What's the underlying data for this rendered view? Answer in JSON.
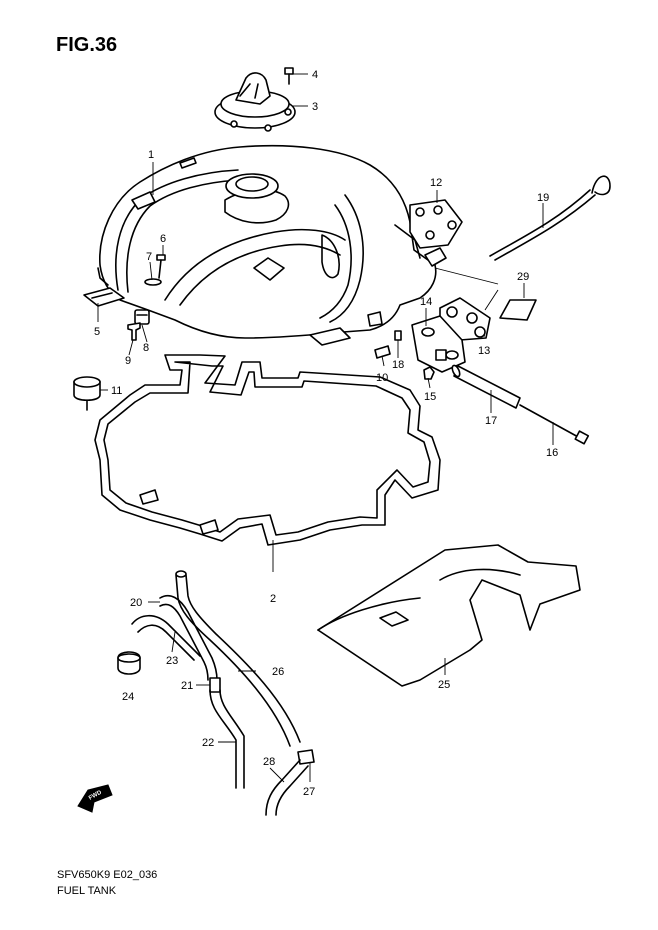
{
  "figure": {
    "title": "FIG.36",
    "code": "SFV650K9 E02_036",
    "name": "FUEL TANK",
    "fwd_label": "FWD"
  },
  "callouts": [
    {
      "id": "1",
      "text": "1"
    },
    {
      "id": "2",
      "text": "2"
    },
    {
      "id": "3",
      "text": "3"
    },
    {
      "id": "4",
      "text": "4"
    },
    {
      "id": "5",
      "text": "5"
    },
    {
      "id": "6",
      "text": "6"
    },
    {
      "id": "7",
      "text": "7"
    },
    {
      "id": "8",
      "text": "8"
    },
    {
      "id": "9",
      "text": "9"
    },
    {
      "id": "10",
      "text": "10"
    },
    {
      "id": "11",
      "text": "11"
    },
    {
      "id": "12",
      "text": "12"
    },
    {
      "id": "13",
      "text": "13"
    },
    {
      "id": "14",
      "text": "14"
    },
    {
      "id": "15",
      "text": "15"
    },
    {
      "id": "16",
      "text": "16"
    },
    {
      "id": "17",
      "text": "17"
    },
    {
      "id": "18",
      "text": "18"
    },
    {
      "id": "19",
      "text": "19"
    },
    {
      "id": "20",
      "text": "20"
    },
    {
      "id": "21",
      "text": "21"
    },
    {
      "id": "22",
      "text": "22"
    },
    {
      "id": "23",
      "text": "23"
    },
    {
      "id": "24",
      "text": "24"
    },
    {
      "id": "25",
      "text": "25"
    },
    {
      "id": "26",
      "text": "26"
    },
    {
      "id": "27",
      "text": "27"
    },
    {
      "id": "28",
      "text": "28"
    },
    {
      "id": "29",
      "text": "29"
    }
  ]
}
